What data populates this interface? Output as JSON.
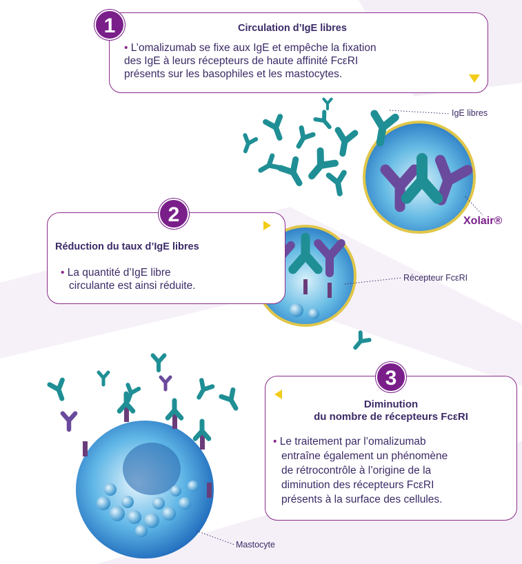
{
  "steps": [
    {
      "number": "1",
      "title": "Circulation d’IgE libres",
      "text_lines": [
        "L’omalizumab se fixe aux IgE et empêche la fixation",
        "des IgE à leurs récepteurs de haute affinité FcεRI",
        "présents sur les basophiles et les mastocytes."
      ]
    },
    {
      "number": "2",
      "title": "Réduction du taux d’IgE libres",
      "text_lines": [
        "La quantité d’IgE libre",
        "circulante est ainsi réduite."
      ]
    },
    {
      "number": "3",
      "title_lines": [
        "Diminution",
        "du nombre de récepteurs FcεRI"
      ],
      "text_lines": [
        "Le traitement par l’omalizumab",
        "entraîne également un phénomène",
        "de rétrocontrôle à l’origine de la",
        "diminution des récepteurs FcεRI",
        "présents à la surface des cellules."
      ]
    }
  ],
  "callouts": {
    "ige_libres": "IgE libres",
    "xolair": "Xolair®",
    "recepteur": "Récepteur FcεRI",
    "mastocyte": "Mastocyte"
  },
  "colors": {
    "accent": "#7a1f8a",
    "text": "#3b2a66",
    "arrow": "#f2cc1a",
    "ige": "#1f8f95",
    "omalizumab": "#6a4a9c"
  }
}
